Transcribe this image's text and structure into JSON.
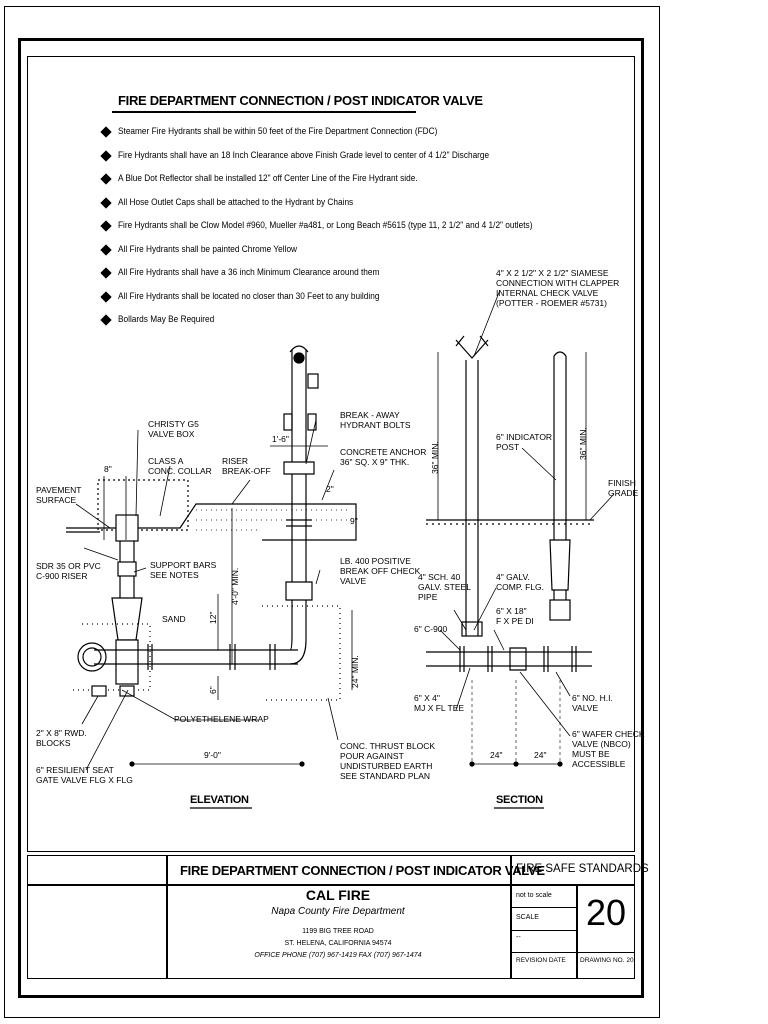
{
  "main_title": "FIRE DEPARTMENT CONNECTION / POST INDICATOR VALVE",
  "notes": [
    "Steamer Fire Hydrants shall be within 50 feet of the Fire Department Connection (FDC)",
    "Fire Hydrants shall have an 18 Inch Clearance above Finish Grade level to center of 4 1/2\" Discharge",
    "A Blue Dot Reflector shall be installed 12\" off Center Line of the Fire Hydrant side.",
    "All Hose Outlet Caps shall be attached to the Hydrant by Chains",
    "Fire Hydrants shall be Clow Model #960, Mueller #a481, or Long Beach #5615 (type 11, 2 1/2\" and 4 1/2\" outlets)",
    "All Fire Hydrants shall be painted Chrome Yellow",
    "All Fire Hydrants shall have a 36 inch Minimum Clearance around them",
    "All Fire Hydrants shall be located no closer than 30 Feet to any building",
    "Bollards May Be Required"
  ],
  "elevation": {
    "heading": "ELEVATION",
    "labels": {
      "christy": "CHRISTY G5\nVALVE BOX",
      "class_a": "CLASS A\nCONC. COLLAR",
      "riser": "RISER\nBREAK-OFF",
      "pavement": "PAVEMENT\nSURFACE",
      "sdr": "SDR 35 OR PVC\nC-900 RISER",
      "support": "SUPPORT BARS\nSEE NOTES",
      "sand": "SAND",
      "breakaway": "BREAK - AWAY\nHYDRANT BOLTS",
      "anchor": "CONCRETE ANCHOR\n36\" SQ. X 9\" THK.",
      "lb400": "LB. 400 POSITIVE\nBREAK OFF CHECK\nVALVE",
      "poly": "POLYETHELENE WRAP",
      "rwd": "2\" X 8\" RWD.\nBLOCKS",
      "resilient": "6\" RESILIENT SEAT\nGATE VALVE FLG X FLG",
      "thrust": "CONC. THRUST BLOCK\nPOUR AGAINST\nUNDISTURBED EARTH\nSEE STANDARD PLAN"
    },
    "dims": {
      "d8": "8\"",
      "d16": "1'-6\"",
      "d2": "2\"",
      "d9": "9\"",
      "d4min": "4'-0\" MIN.",
      "d12": "12\"",
      "d6": "6\"",
      "d24min": "24\" MIN.",
      "d90": "9'-0\""
    }
  },
  "section": {
    "heading": "SECTION",
    "labels": {
      "siamese": "4\" X 2 1/2\" X 2 1/2\" SIAMESE\nCONNECTION WITH CLAPPER\nINTERNAL CHECK VALVE\n(POTTER - ROEMER #5731)",
      "piv": "6\" INDICATOR\nPOST",
      "finish": "FINISH\nGRADE",
      "sch40": "4\" SCH. 40\nGALV. STEEL\nPIPE",
      "galv": "4\" GALV.\nCOMP. FLG.",
      "c900": "6\" C-900",
      "x18": "6\" X 18\"\nF X PE DI",
      "tee": "6\" X 4\"\nMJ X FL TEE",
      "nrs": "6\" NO. H.I.\nVALVE",
      "wafer": "6\" WAFER CHECK\nVALVE (NBCO)\nMUST BE\nACCESSIBLE"
    },
    "dims": {
      "d36a": "36\" MIN.",
      "d36b": "36\" MIN.",
      "d24a": "24\"",
      "d24b": "24\""
    }
  },
  "title_block": {
    "title": "FIRE DEPARTMENT CONNECTION / POST INDICATOR VALVE",
    "standards": "FIRE SAFE STANDARDS",
    "agency": "CAL FIRE",
    "department": "Napa County Fire Department",
    "address1": "1199 BIG TREE ROAD",
    "address2": "ST. HELENA, CALIFORNIA 94574",
    "phones": "OFFICE PHONE (707) 967-1419   FAX (707) 967-1474",
    "not_to_scale": "not to scale",
    "scale_label": "SCALE",
    "dashes": "--",
    "revision_label": "REVISION DATE",
    "drawing_label": "DRAWING NO. 20",
    "drawing_number": "20"
  }
}
